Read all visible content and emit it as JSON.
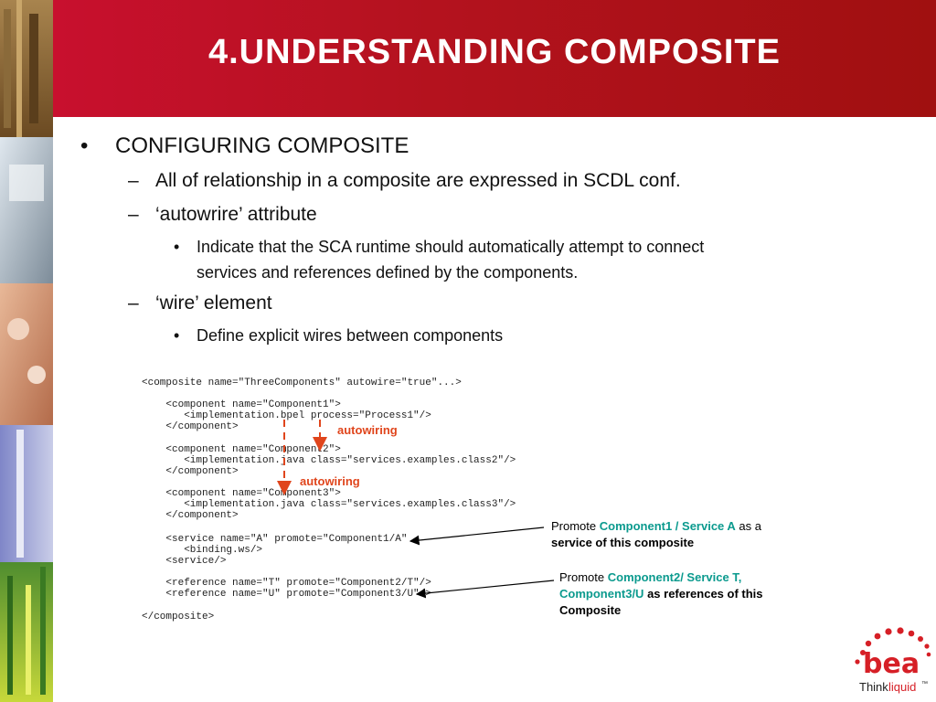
{
  "slide": {
    "title": "4.UNDERSTANDING COMPOSITE"
  },
  "bullets": {
    "l1": {
      "marker": "•",
      "text": "CONFIGURING COMPOSITE"
    },
    "l2a": {
      "marker": "–",
      "text": "All of relationship in a composite are expressed in SCDL conf."
    },
    "l2b": {
      "marker": "–",
      "text": "‘autowrire’ attribute"
    },
    "l3a": {
      "marker": "•",
      "line1": "Indicate that the SCA runtime should automatically attempt to connect",
      "line2": "services and references defined by the components."
    },
    "l2c": {
      "marker": "–",
      "text": "‘wire’ element"
    },
    "l3b": {
      "marker": "•",
      "text": "Define explicit wires between components"
    }
  },
  "code": [
    "<composite name=\"ThreeComponents\" autowire=\"true\"...>",
    "    <component name=\"Component1\">",
    "       <implementation.bpel process=\"Process1\"/>",
    "    </component>",
    "    <component name=\"Component2\">",
    "       <implementation.java class=\"services.examples.class2\"/>",
    "    </component>",
    "    <component name=\"Component3\">",
    "       <implementation.java class=\"services.examples.class3\"/>",
    "    </component>",
    "    <service name=\"A\" promote=\"Component1/A\"",
    "       <binding.ws/>",
    "    <service/>",
    "    <reference name=\"T\" promote=\"Component2/T\"/>",
    "    <reference name=\"U\" promote=\"Component3/U\"/>",
    "</composite>"
  ],
  "annotations": {
    "autowiring1": "autowiring",
    "autowiring2": "autowiring"
  },
  "callouts": {
    "service": {
      "prefix": "Promote ",
      "highlight": "Component1 / Service A",
      "suffix": " as a",
      "line2": "service of this composite"
    },
    "reference": {
      "prefix": "Promote ",
      "highlight1": "Component2/ Service T,",
      "highlight2": "Component3/U",
      "suffix2": " as  references of this",
      "line3": "Composite"
    }
  },
  "logo": {
    "brand": "bea",
    "tagline_think": "Think",
    "tagline_liquid": "liquid",
    "tm": "™"
  },
  "colors": {
    "header_red": "#c0111f",
    "annotation_orange": "#e0451c",
    "highlight_teal": "#0b9a8e"
  }
}
